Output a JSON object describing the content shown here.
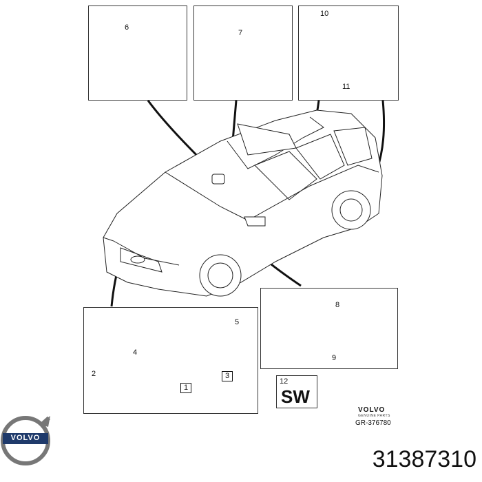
{
  "callouts": {
    "c1": "1",
    "c2": "2",
    "c3": "3",
    "c4": "4",
    "c5": "5",
    "c6": "6",
    "c7": "7",
    "c8": "8",
    "c9": "9",
    "c10": "10",
    "c11": "11",
    "c12": "12"
  },
  "sw_label": "SW",
  "brand_small": "VOLVO",
  "brand_sub": "GENUINE PARTS",
  "diagram_ref": "GR-376780",
  "logo_text": "VOLVO",
  "part_number": "31387310"
}
